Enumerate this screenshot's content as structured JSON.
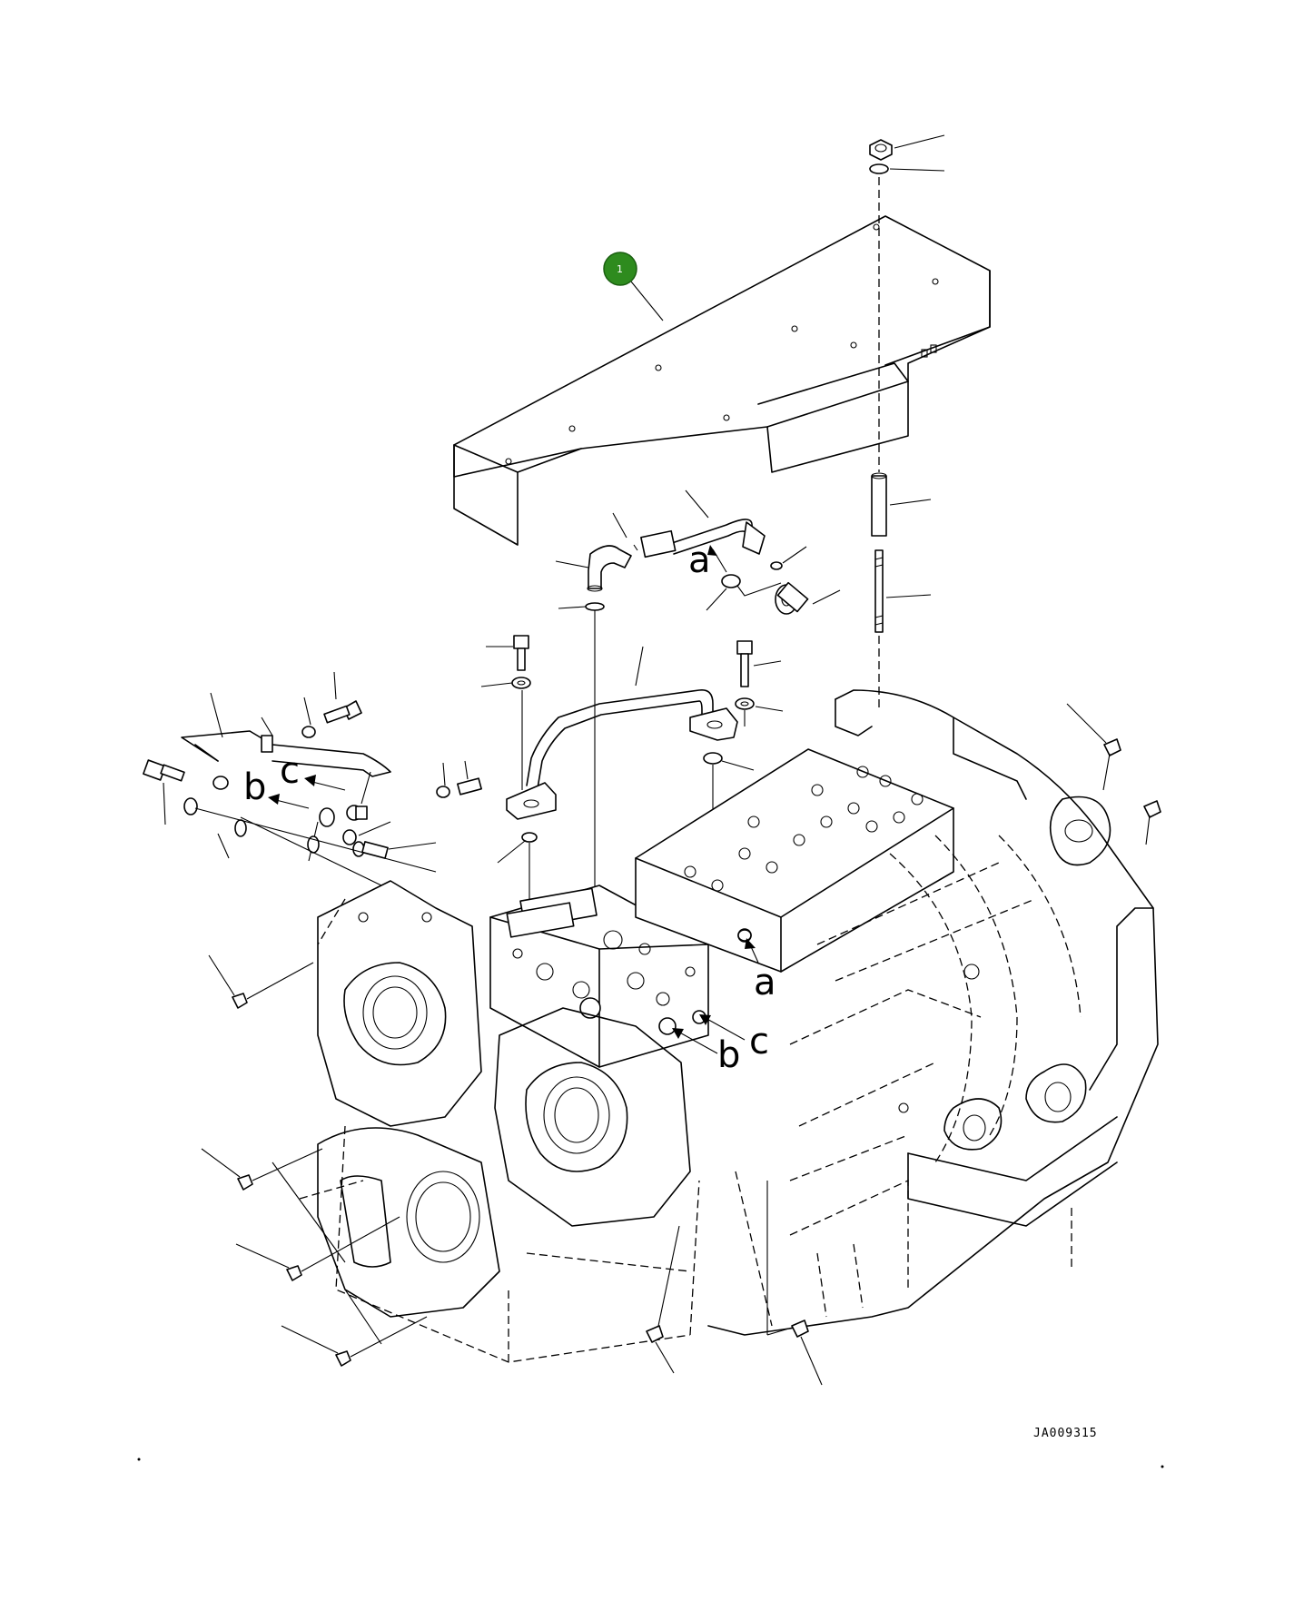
{
  "diagram": {
    "drawing_code": "JA009315",
    "callout": {
      "number": "1",
      "color": "#2e8b1e"
    },
    "ref_labels": {
      "a_top": "a",
      "a_bottom": "a",
      "b_left": "b",
      "c_left": "c",
      "b_bottom": "b",
      "c_bottom": "c"
    }
  }
}
